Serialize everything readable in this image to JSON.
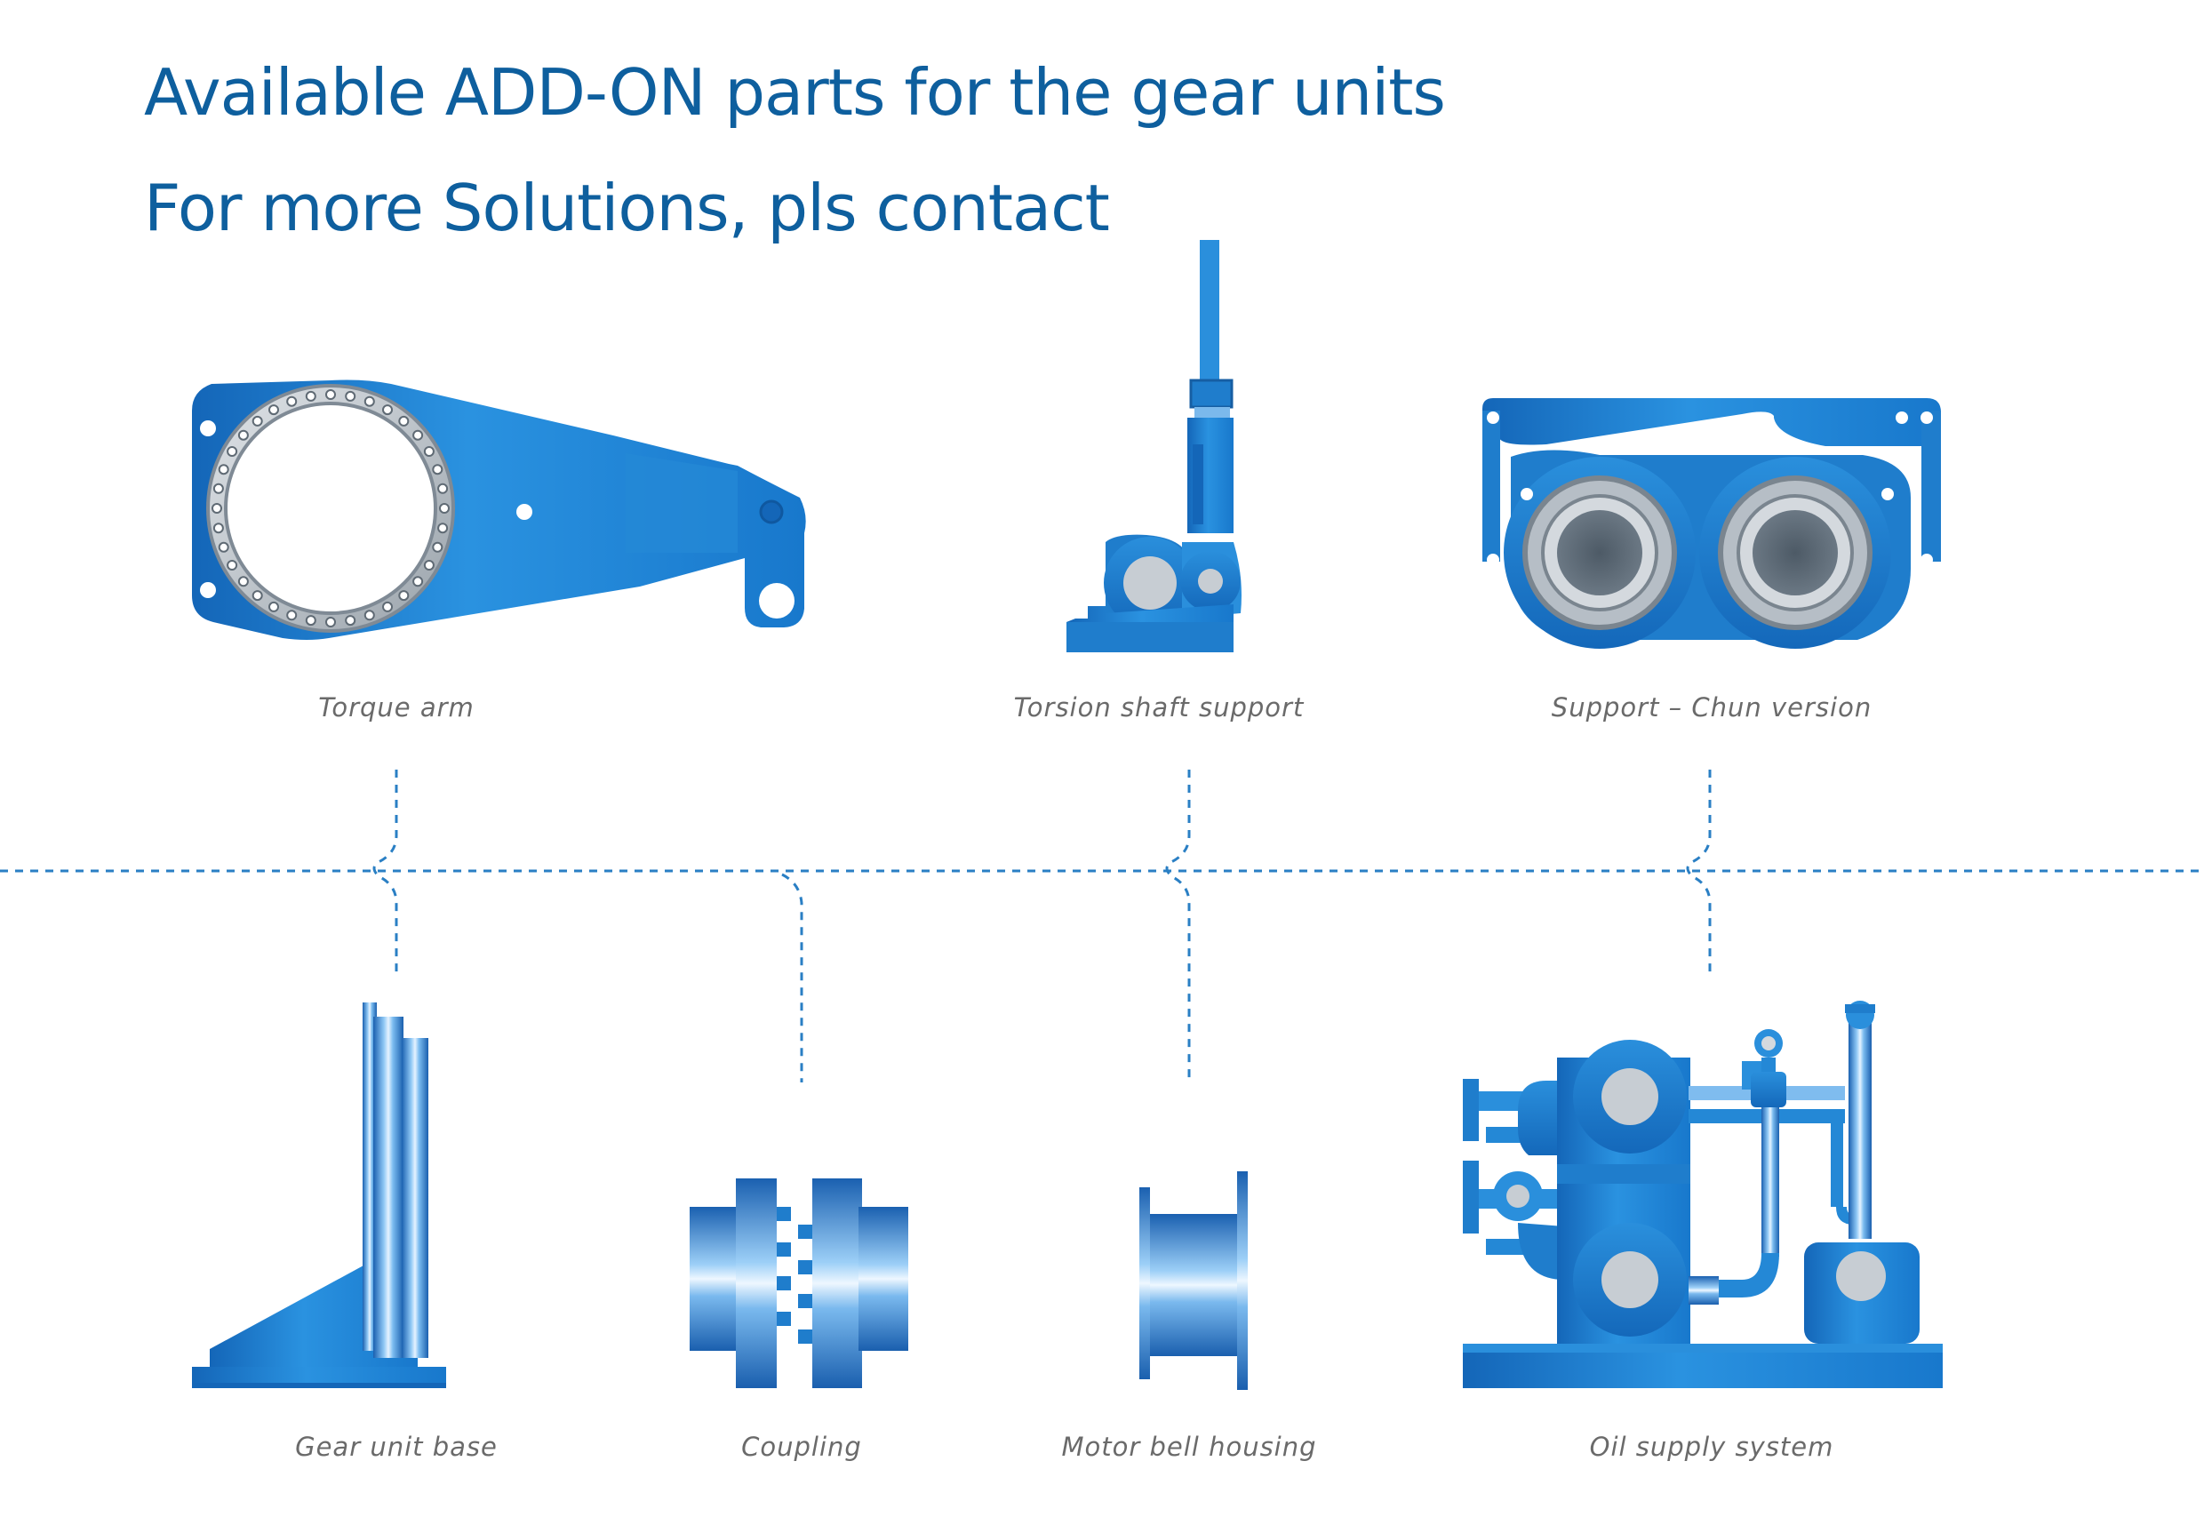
{
  "header": {
    "title": "Available ADD-ON parts for the gear units",
    "subtitle": "For more Solutions, pls contact"
  },
  "parts": {
    "torque_arm": "Torque arm",
    "torsion_shaft_support": "Torsion shaft support",
    "support_chun": "Support – Chun version",
    "gear_unit_base": "Gear unit base",
    "coupling": "Coupling",
    "motor_bell_housing": "Motor bell housing",
    "oil_supply_system": "Oil supply system"
  },
  "colors": {
    "title": "#0e5f9e",
    "part_blue": "#1f86d6",
    "connector": "#2a7fc4",
    "label": "#6a6a6a"
  }
}
